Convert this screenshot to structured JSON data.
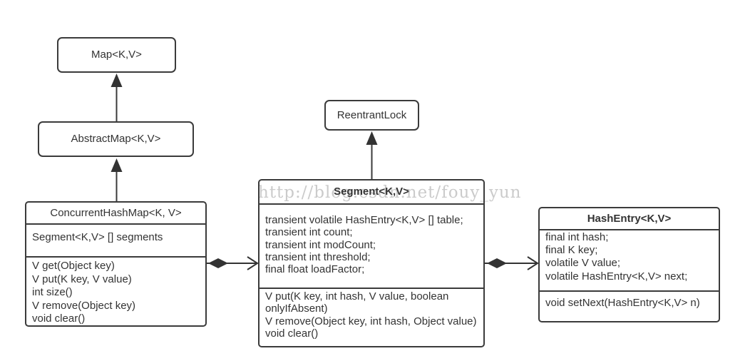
{
  "diagram": {
    "watermark": "http://blog.csdn.net/fouy_yun",
    "classes": {
      "map": {
        "title": "Map<K,V>"
      },
      "abstract_map": {
        "title": "AbstractMap<K,V>"
      },
      "reentrant_lock": {
        "title": "ReentrantLock"
      },
      "concurrent_hash_map": {
        "title": "ConcurrentHashMap<K, V>",
        "fields": [
          "Segment<K,V> [] segments"
        ],
        "methods": [
          "V get(Object key)",
          "V put(K key, V value)",
          "int size()",
          "V remove(Object key)",
          "void clear()"
        ]
      },
      "segment": {
        "title": "Segment<K,V>",
        "fields": [
          "transient volatile HashEntry<K,V> [] table;",
          "transient int count;",
          "transient int modCount;",
          "transient int threshold;",
          "final float loadFactor;"
        ],
        "methods": [
          "V put(K key, int hash, V value, boolean onlyIfAbsent)",
          "V remove(Object key, int hash, Object value)",
          "void clear()"
        ]
      },
      "hash_entry": {
        "title": "HashEntry<K,V>",
        "fields": [
          "final int hash;",
          "final K key;",
          "volatile V value;",
          "volatile HashEntry<K,V> next;"
        ],
        "methods": [
          "void setNext(HashEntry<K,V> n)"
        ]
      }
    },
    "relations": [
      {
        "type": "generalization",
        "from": "AbstractMap<K,V>",
        "to": "Map<K,V>"
      },
      {
        "type": "generalization",
        "from": "ConcurrentHashMap<K, V>",
        "to": "AbstractMap<K,V>"
      },
      {
        "type": "generalization",
        "from": "Segment<K,V>",
        "to": "ReentrantLock"
      },
      {
        "type": "composition",
        "from": "ConcurrentHashMap<K, V>",
        "to": "Segment<K,V>"
      },
      {
        "type": "composition",
        "from": "Segment<K,V>",
        "to": "HashEntry<K,V>"
      }
    ]
  }
}
